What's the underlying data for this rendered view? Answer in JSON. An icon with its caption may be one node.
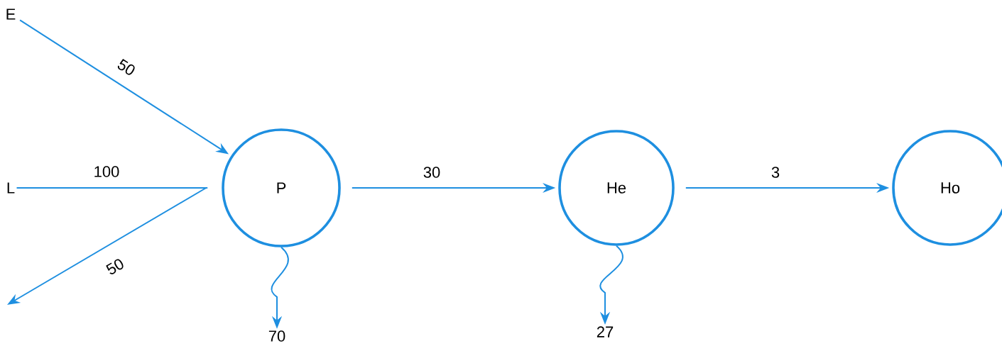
{
  "diagram": {
    "nodes": [
      {
        "text": [
          "E"
        ]
      },
      {
        "text": [
          "L"
        ]
      },
      {
        "text": [
          "P"
        ]
      },
      {
        "text": [
          "He"
        ]
      },
      {
        "text": [
          "Ho"
        ]
      },
      {
        "text": [
          "70"
        ]
      },
      {
        "text": [
          "27"
        ]
      }
    ],
    "edges": [
      {
        "from": 0,
        "to": 2,
        "arrow": "to",
        "label": "50"
      },
      {
        "from": 1,
        "to": 2,
        "arrow": "none",
        "label": "100"
      },
      {
        "from": 2,
        "to": null,
        "arrow": "to",
        "label": "50"
      },
      {
        "from": 2,
        "to": 3,
        "arrow": "to",
        "label": "30"
      },
      {
        "from": 3,
        "to": 4,
        "arrow": "to",
        "label": "3"
      },
      {
        "from": 2,
        "to": 5,
        "arrow": "to"
      },
      {
        "from": 3,
        "to": 6,
        "arrow": "to"
      }
    ]
  }
}
